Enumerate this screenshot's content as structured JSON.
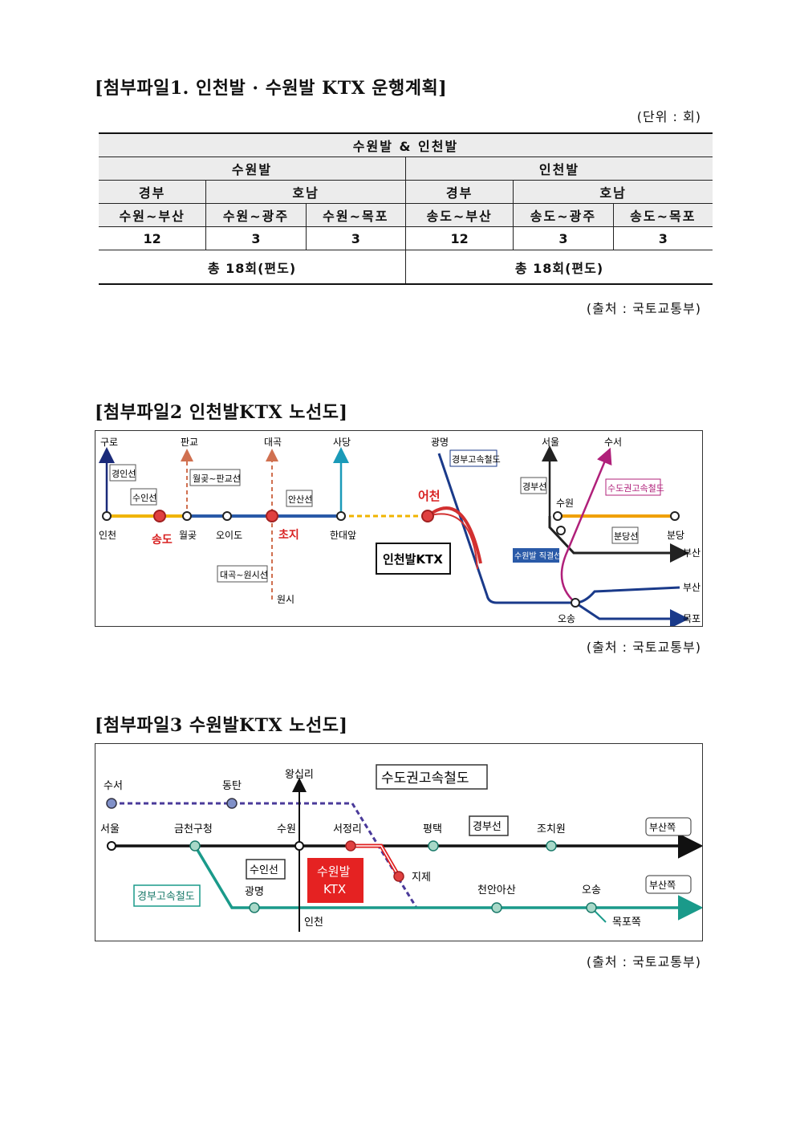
{
  "section1": {
    "title": "[첨부파일1. 인천발 · 수원발 KTX 운행계획]",
    "unit": "(단위 : 회)",
    "table": {
      "top_header": "수원발 & 인천발",
      "groups": [
        "수원발",
        "인천발"
      ],
      "lines": [
        "경부",
        "호남",
        "경부",
        "호남"
      ],
      "routes": [
        "수원~부산",
        "수원~광주",
        "수원~목포",
        "송도~부산",
        "송도~광주",
        "송도~목포"
      ],
      "values": [
        "12",
        "3",
        "3",
        "12",
        "3",
        "3"
      ],
      "totals": [
        "총 18회(편도)",
        "총 18회(편도)"
      ]
    },
    "source": "(출처 : 국토교통부)"
  },
  "section2": {
    "title": "[첨부파일2 인천발KTX 노선도]",
    "source": "(출처 : 국토교통부)",
    "map": {
      "stations": [
        "구로",
        "판교",
        "대곡",
        "사당",
        "광명",
        "서울",
        "수서",
        "인천",
        "송도",
        "월곶",
        "오이도",
        "초지",
        "한대앞",
        "어천",
        "수원",
        "분당",
        "원시",
        "오송"
      ],
      "labels": [
        "경인선",
        "수인선",
        "월곶~판교선",
        "안산선",
        "경부고속철도",
        "경부선",
        "수도권고속철도",
        "분당선",
        "수원발 직결선",
        "대곡~원시선",
        "인천발KTX"
      ],
      "ends": [
        "부산",
        "부산",
        "목포"
      ]
    }
  },
  "section3": {
    "title": "[첨부파일3 수원발KTX 노선도]",
    "source": "(출처 : 국토교통부)",
    "map": {
      "stations": [
        "수서",
        "동탄",
        "왕십리",
        "서울",
        "금천구청",
        "수원",
        "서정리",
        "평택",
        "조치원",
        "광명",
        "지제",
        "천안아산",
        "오송",
        "인천",
        "목포쪽"
      ],
      "labels": [
        "수도권고속철도",
        "경부선",
        "수인선",
        "경부고속철도"
      ],
      "badge": [
        "수원발",
        "KTX"
      ],
      "ends": [
        "부산쪽",
        "부산쪽"
      ]
    }
  }
}
